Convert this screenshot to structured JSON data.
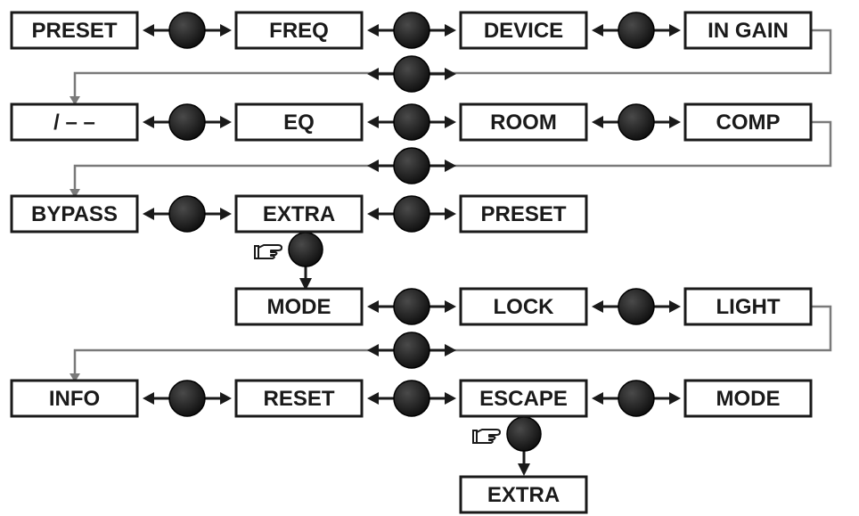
{
  "menu_rows": [
    {
      "items": [
        "PRESET",
        "FREQ",
        "DEVICE",
        "IN  GAIN"
      ]
    },
    {
      "items": [
        "/ – –",
        "EQ",
        "ROOM",
        "COMP"
      ]
    },
    {
      "items": [
        "BYPASS",
        "EXTRA",
        "PRESET"
      ]
    },
    {
      "items": [
        "MODE",
        "LOCK",
        "LIGHT"
      ]
    },
    {
      "items": [
        "INFO",
        "RESET",
        "ESCAPE",
        "MODE"
      ]
    },
    {
      "items": [
        "EXTRA"
      ]
    }
  ],
  "icons": {
    "rotary_knob": "rotary-encoder-knob-icon",
    "press": "pointing-hand-press-icon"
  },
  "colors": {
    "box_border": "#1a1a1a",
    "text": "#1a1a1a",
    "knob": "#1a1a1a",
    "connector": "#7a7a7a",
    "background": "#ffffff"
  }
}
